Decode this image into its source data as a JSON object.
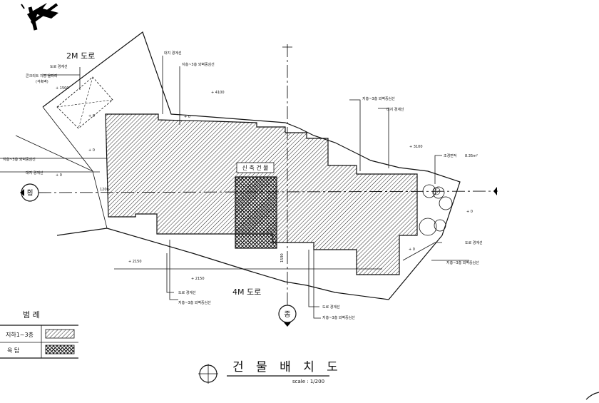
{
  "roads": {
    "road_2m": "2M 도로",
    "road_4m": "4M 도로"
  },
  "building": {
    "new_building_label": "신 축 건 물"
  },
  "title": {
    "text": "건 물 배 치 도",
    "scale": "scale : 1/200"
  },
  "legend": {
    "title": "범    례",
    "rows": [
      {
        "label": "지하1~3층"
      },
      {
        "label": "옥  탑"
      }
    ]
  },
  "axis_marks": {
    "horizontal": "횡",
    "vertical": "종"
  },
  "dimensions": {
    "d1200": "1200",
    "d1590": "1590",
    "d2150a": "+ 2150",
    "d2150b": "+ 2150"
  },
  "annotations": {
    "lot_boundary_top": "대지 경계선",
    "setback_line_top": "지층~3층 외벽중심선",
    "elev_4100": "+ 4100",
    "road_boundary_2m": "도로 경계선",
    "concrete_retaining": "콘크리트 지붕 울타리",
    "retaining_sub": "(석축벽)",
    "elev_1500": "+ 1500",
    "elev_0_a": "+ 0",
    "elev_0_b": "+ 0",
    "elev_0_c": "+ 0",
    "elev_0_d": "+ 0",
    "elev_0_e": "+ 0",
    "elev_0_f": "+ 0",
    "left_setback": "지층~3층 외벽중심선",
    "left_lot": "대지 경계선",
    "right_setback": "지층~3층 외벽중심선",
    "right_lot": "대지 경계선",
    "elev_3100": "+ 3100",
    "landscape_area": "조경면적",
    "landscape_value": "8.35m²",
    "right_road_boundary": "도로 경계선",
    "right_lower_setback": "지층~3층 외벽중심선",
    "bottom_road_boundary": "도로 경계선",
    "bottom_setback": "지층~3층 외벽중심선",
    "bottom_road_boundary_2": "도로 경계선",
    "bottom_setback_2": "지층~3층 외벽중심선"
  }
}
